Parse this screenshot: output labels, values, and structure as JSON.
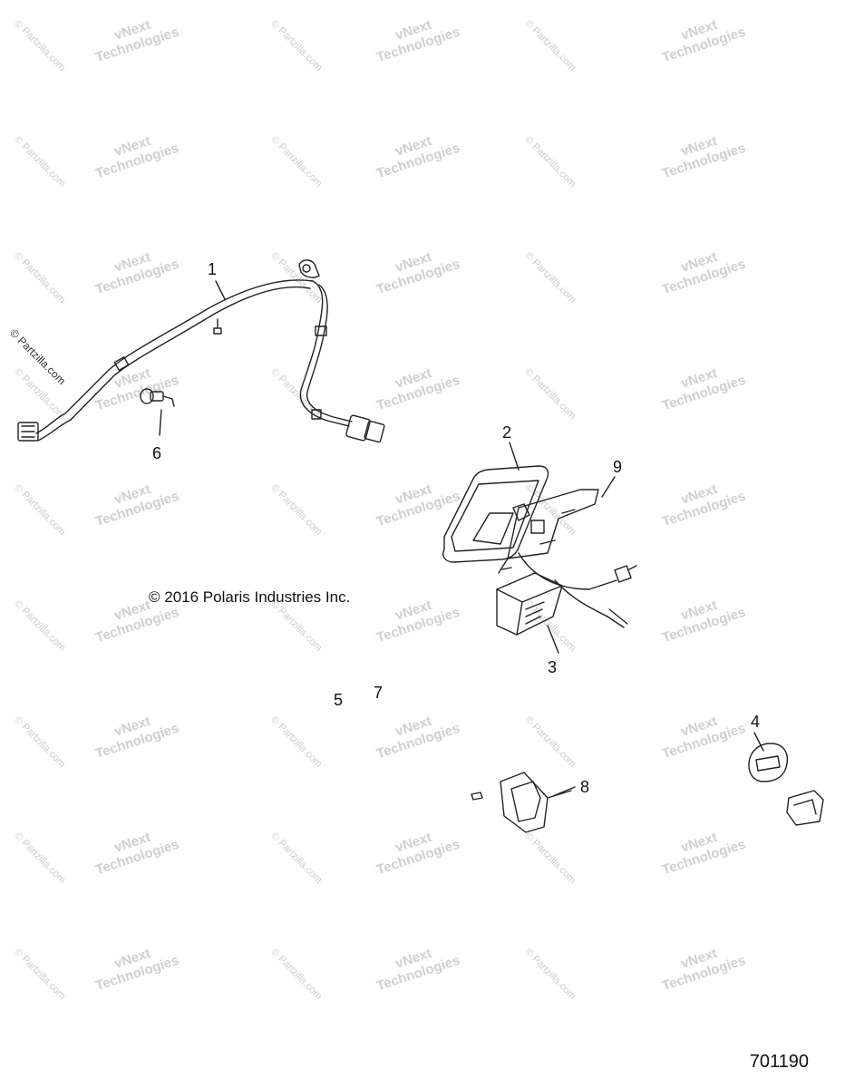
{
  "copyright": "© 2016 Polaris Industries Inc.",
  "figure_number": "701190",
  "side_watermark": "© Partzilla.com",
  "watermark": {
    "line1": "vNext",
    "line2": "Technologies",
    "partzilla": "© Partzilla.com"
  },
  "callouts": {
    "c1": "1",
    "c2": "2",
    "c3": "3",
    "c4": "4",
    "c5": "5",
    "c6": "6",
    "c7": "7",
    "c8": "8",
    "c9": "9"
  }
}
